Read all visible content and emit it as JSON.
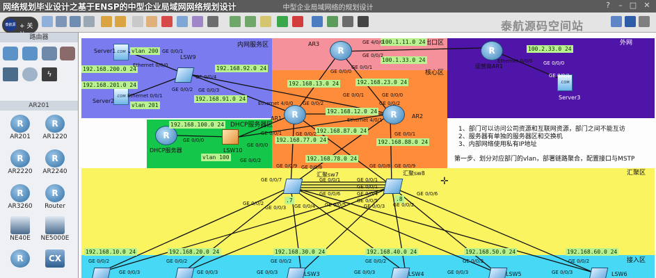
{
  "window": {
    "overlay_title": "网络规划毕业设计之基于ENSP的中型企业局域网网络规划设计",
    "app_title": "中型企业局域网络的规划设计",
    "controls": [
      "?",
      "–",
      "□",
      "✕"
    ]
  },
  "user_chip": {
    "avatar_text": "泰航源码空间站",
    "follow": "+ 关注"
  },
  "watermark": "泰航源码空间站",
  "sidebar": {
    "top_header": "路由器",
    "section_header": "AR201",
    "devices": [
      "AR201",
      "AR1220",
      "AR2220",
      "AR2240",
      "AR3260",
      "Router",
      "NE40E",
      "NE5000E"
    ]
  },
  "zones": {
    "internal_server": "内网服务区",
    "egress": "出口区",
    "external": "外网",
    "core": "核心区",
    "dhcp": "DHCP服务器区",
    "aggregation": "汇聚区",
    "access": "接入区"
  },
  "devices": {
    "server1": "Server1",
    "server2": "Server2",
    "lsw9": "LSW9",
    "ar3": "AR3",
    "isp": "运营商AR1",
    "server3": "Server3",
    "ar1": "AR1",
    "ar2": "AR2",
    "dhcp": "DHCP服务器",
    "lsw10": "LSW10",
    "sw7": "汇聚sw7",
    "sw8": "汇聚sw8",
    "lsw3": "LSW3",
    "lsw4": "LSW4",
    "lsw5": "LSW5",
    "lsw6": "LSW6"
  },
  "ip_labels": [
    "vlan 200",
    "192.168.200.0 24",
    "192.168.201.0 24",
    "vlan 201",
    "192.168.92.0 24",
    "192.168.91.0 24",
    "100.1.11.0 24",
    "100.1.33.0 24",
    "100.2.33.0 24",
    "192.168.13.0 24",
    "192.168.23.0 24",
    "192.168.12.0 24",
    "192.168.87.0 24",
    "192.168.77.0 24",
    "192.168.88.0 24",
    "192.168.100.0 24",
    "vlan 100",
    "192.168.78.0 24",
    ".7",
    ".8",
    "192.168.10.0 24",
    "192.168.20.0 24",
    "192.168.30.0 24",
    "192.168.40.0 24",
    "192.168.50.0 24",
    "192.168.60.0 24"
  ],
  "ports": [
    "GE 0/0/1",
    "Ethernet 0/0/0",
    "GE 0/0/2",
    "Ethernet 0/0/1",
    "GE 0/0/4",
    "GE 0/0/3",
    "GE 4/0/0",
    "GE 0/0/2",
    "GE 0/0/0",
    "GE 0/0/1",
    "Ethernet 0/0/0",
    "GE 0/0/0",
    "GE 0/0/1",
    "Ethernet 4/0/0",
    "GE 0/0/2",
    "Ethernet 4/0/1",
    "GE 0/0/2",
    "GE 0/0/1",
    "GE 0/0/0",
    "GE 0/0/0",
    "GE 0/0/1",
    "GE 0/0/2",
    "GE 0/0/0",
    "GE 0/0/2",
    "GE 0/0/1",
    "GE 0/0/9",
    "GE 0/0/8",
    "GE 0/0/8",
    "GE 0/0/9",
    "GE 0/0/7",
    "GE 0/0/1",
    "GE 0/0/6",
    "GE 0/0/1",
    "GE 0/0/1",
    "GE 0/0/4",
    "GE 0/0/5",
    "GE 0/0/6",
    "GE 0/0/2",
    "GE 0/0/3",
    "GE 0/0/4",
    "GE 0/0/5",
    "GE 0/0/3",
    "GE 0/0/2",
    "GE 0/0/2",
    "GE 0/0/3",
    "GE 0/0/2",
    "GE 0/0/3",
    "GE 0/0/2",
    "GE 0/0/3",
    "GE 0/0/2",
    "GE 0/0/3",
    "GE 0/0/2",
    "GE 0/0/3",
    "GE 0/0/2",
    "GE 0/0/3"
  ],
  "notes": [
    "1、部门可以访问公司资源和互联网资源，部门之间不能互访",
    "2、服务器有单独的服务器区和交换机",
    "3、内部网络使用私有IP地址"
  ],
  "step": "第一步、划分对应部门的vlan，部署链路聚合，配置接口与MSTP"
}
